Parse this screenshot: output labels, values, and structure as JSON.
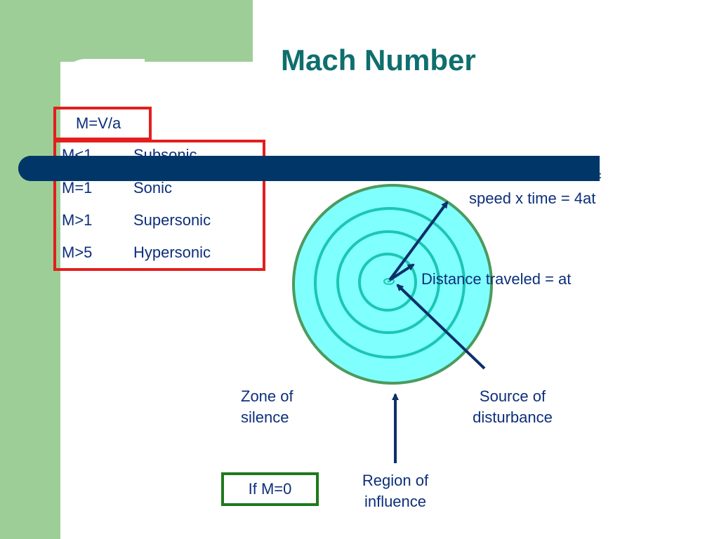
{
  "slide": {
    "title": "Mach Number",
    "formula": "M=V/a",
    "regimes": [
      {
        "condition": "M<1",
        "name": "Subsonic"
      },
      {
        "condition": "M=1",
        "name": "Sonic"
      },
      {
        "condition": "M>1",
        "name": "Supersonic"
      },
      {
        "condition": "M>5",
        "name": "Hypersonic"
      }
    ]
  },
  "diagram": {
    "outer_label_line1": "Distance traveled =",
    "outer_label_line2": "speed x time = 4at",
    "inner_label": "Distance traveled = at",
    "zone_line1": "Zone of",
    "zone_line2": "silence",
    "source_line1": "Source of",
    "source_line2": "disturbance",
    "region_line1": "Region of",
    "region_line2": "influence",
    "case_label": "If M=0",
    "colors": {
      "fill": "#80ffff",
      "rings": "#1cc6b3",
      "outer_ring": "#4c9a5e",
      "arrows": "#0d2f6b"
    }
  }
}
